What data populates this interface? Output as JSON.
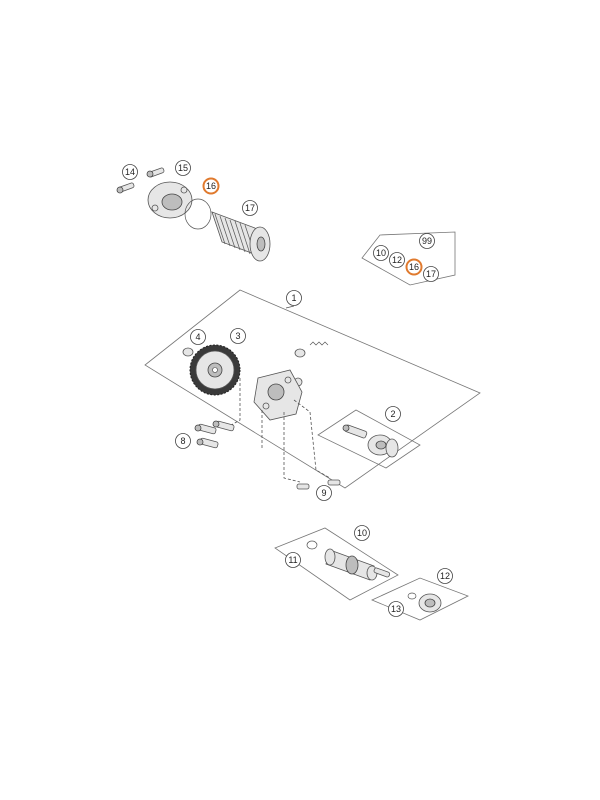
{
  "callouts": {
    "c1": "1",
    "c2": "2",
    "c3": "3",
    "c4": "4",
    "c8": "8",
    "c9": "9",
    "c10": "10",
    "c11": "11",
    "c12": "12",
    "c13": "13",
    "c14": "14",
    "c15": "15",
    "c16": "16",
    "c17": "17",
    "kit_99": "99",
    "kit_10": "10",
    "kit_12": "12",
    "kit_16": "16",
    "kit_17": "17"
  },
  "colors": {
    "highlight": "#e07a2e",
    "callout_stroke": "#444444",
    "panel_stroke": "#777777"
  }
}
